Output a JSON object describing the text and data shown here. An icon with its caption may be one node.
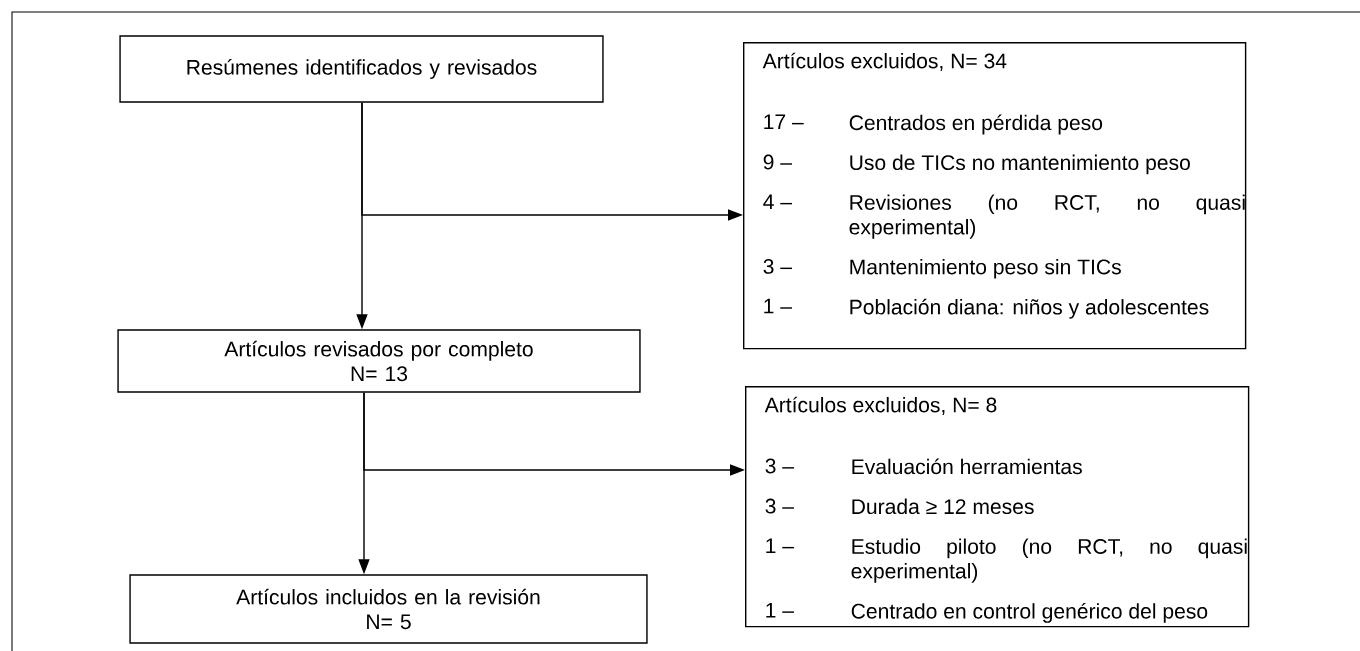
{
  "diagram": {
    "nodes": [
      {
        "text": [
          "Resúmenes identificados y revisados"
        ]
      },
      {
        "text": [
          "Artículos excluidos, N= 34",
          "17 –",
          "Centrados en pérdida peso",
          "9 –",
          "Uso de TICs no mantenimiento peso",
          "4 –",
          "Revisiones (no RCT, no quasi experimental)",
          "3 –",
          "Mantenimiento peso sin TICs",
          "1 –",
          "Población diana: niños y adolescentes"
        ]
      },
      {
        "text": [
          "Artículos revisados por completo",
          "N= 13"
        ]
      },
      {
        "text": [
          "Artículos excluidos, N= 8",
          "3 –",
          "Evaluación herramientas",
          "3 –",
          "Durada ≥ 12 meses",
          "1 –",
          "Estudio piloto (no RCT, no quasi experimental)",
          "1 –",
          "Centrado en control genérico del peso"
        ]
      },
      {
        "text": [
          "Artículos incluidos en la revisión",
          "N= 5"
        ]
      }
    ],
    "edges": [
      {
        "from": 0,
        "to": 2,
        "arrow": "to"
      },
      {
        "from": 0,
        "to": 1,
        "arrow": "to"
      },
      {
        "from": 2,
        "to": 4,
        "arrow": "to"
      },
      {
        "from": 2,
        "to": 3,
        "arrow": "to"
      }
    ]
  }
}
